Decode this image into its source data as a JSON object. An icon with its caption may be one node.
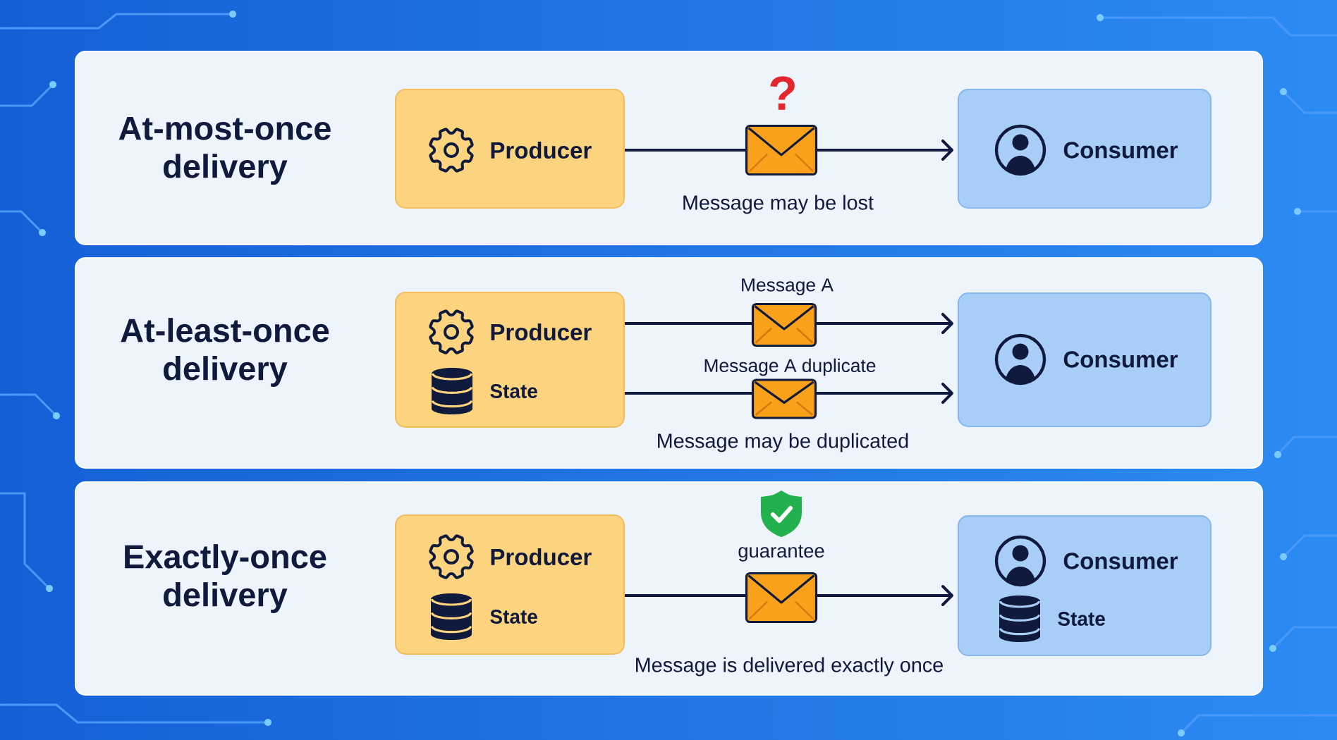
{
  "diagram": {
    "nodes": [
      {
        "text": [
          "At-most-once delivery"
        ]
      },
      {
        "text": [
          "Producer"
        ],
        "in": 0
      },
      {
        "text": [
          "Consumer"
        ],
        "in": 0
      },
      {
        "text": [
          "At-least-once delivery"
        ]
      },
      {
        "text": [
          "Producer",
          "State"
        ],
        "in": 3
      },
      {
        "text": [
          "Consumer"
        ],
        "in": 3
      },
      {
        "text": [
          "Exactly-once delivery"
        ]
      },
      {
        "text": [
          "Producer",
          "State"
        ],
        "in": 6
      },
      {
        "text": [
          "Consumer",
          "State"
        ],
        "in": 6
      }
    ],
    "edges": [
      {
        "from": 1,
        "to": 2,
        "arrow": "to"
      },
      {
        "from": 4,
        "to": 5,
        "arrow": "to",
        "label": "Message A"
      },
      {
        "from": 4,
        "to": 5,
        "arrow": "to",
        "label": "Message A duplicate"
      },
      {
        "from": 7,
        "to": 8,
        "arrow": "to"
      }
    ],
    "labels": [
      "?",
      "Message may be lost",
      "Message may be duplicated",
      "guarantee",
      "Message is delivered exactly once"
    ]
  }
}
